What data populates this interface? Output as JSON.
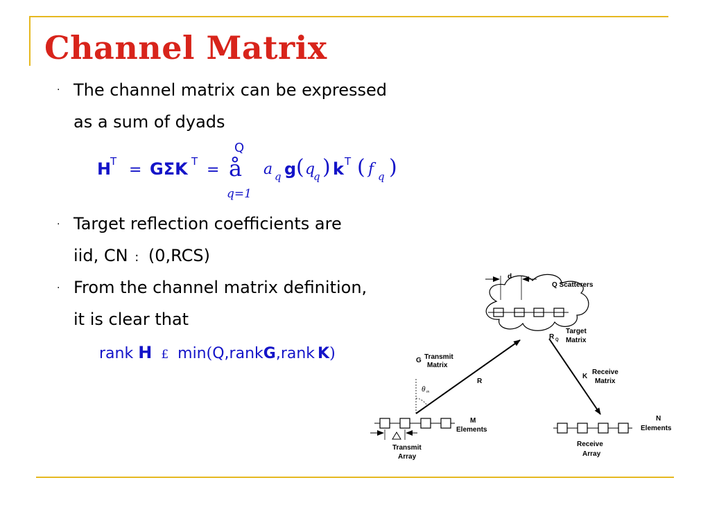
{
  "slide": {
    "title": "Channel Matrix",
    "bullets": [
      {
        "line1": "The channel matrix can be expressed",
        "line2": "as a sum of dyads"
      },
      {
        "line1": "Target reflection coefficients are",
        "line2_prefix": "iid, CN",
        "line2_sym": ":",
        "line2_val": "(0,RCS)"
      },
      {
        "line1": "From the channel matrix definition,",
        "line2": "it is clear that"
      }
    ],
    "equation1": {
      "lhs": "H",
      "lhs_sup": "T",
      "eq1": "=",
      "gsk": "GΣK",
      "gsk_sup": "T",
      "eq2": "=",
      "sum_sym": "å",
      "sum_top": "Q",
      "sum_bottom": "q=1",
      "alpha": "a",
      "alpha_sub": "q",
      "g": "g",
      "paren_open": "(",
      "theta": "q",
      "theta_sub": "q",
      "paren_close": ")",
      "k": "k",
      "k_sup": "T",
      "paren2_open": "(",
      "phi": "f",
      "phi_sub": "q",
      "paren2_close": ")"
    },
    "equation2": {
      "rank1": "rank",
      "H": "H",
      "leq": "£",
      "min": "min",
      "open": "(",
      "Q": "Q,",
      "rank2": "rank",
      "G": "G",
      "comma": ",",
      "rank3": "rank",
      "K": "K",
      "close": ")"
    },
    "diagram": {
      "d_label": "d",
      "q_scatterers": "Q Scatterers",
      "target_matrix_1": "Target",
      "target_matrix_2": "Matrix",
      "rq": "R",
      "rq_sub": "Q",
      "g_label": "G",
      "transmit_matrix_1": "Transmit",
      "transmit_matrix_2": "Matrix",
      "theta_label": "θ",
      "theta_sub": "m",
      "r_label": "R",
      "k_label": "K",
      "receive_matrix_1": "Receive",
      "receive_matrix_2": "Matrix",
      "m_elements_1": "M",
      "m_elements_2": "Elements",
      "n_elements_1": "N",
      "n_elements_2": "Elements",
      "transmit_array_1": "Transmit",
      "transmit_array_2": "Array",
      "receive_array_1": "Receive",
      "receive_array_2": "Array"
    }
  }
}
